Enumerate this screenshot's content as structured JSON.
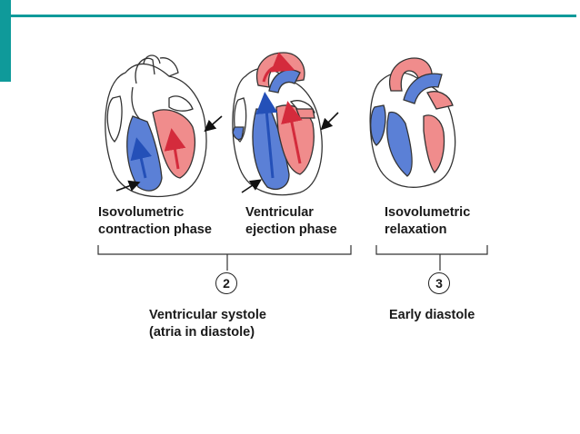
{
  "phases": [
    {
      "line1": "Isovolumetric",
      "line2": "contraction phase"
    },
    {
      "line1": "Ventricular",
      "line2": "ejection phase"
    },
    {
      "line1": "Isovolumetric",
      "line2": "relaxation"
    }
  ],
  "groups": [
    {
      "number": "2",
      "line1": "Ventricular systole",
      "line2": "(atria in diastole)"
    },
    {
      "number": "3",
      "line1": "Early diastole",
      "line2": ""
    }
  ],
  "colors": {
    "accent": "#0f9a9a",
    "deoxygenated": "#5b80d6",
    "oxygenated": "#f08c8c",
    "arrow_blue": "#2450b8",
    "arrow_red": "#d42b3c"
  }
}
